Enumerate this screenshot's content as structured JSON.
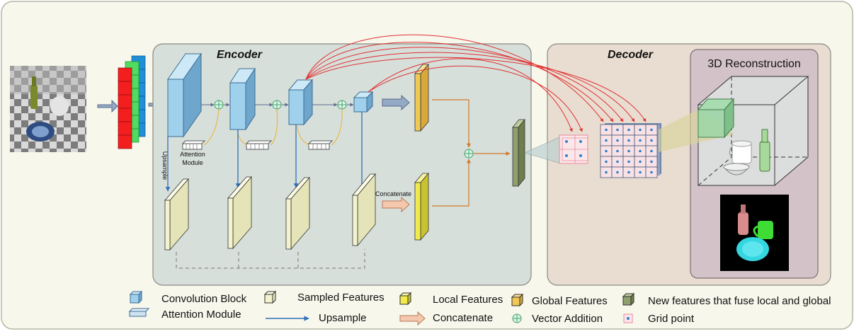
{
  "encoder": {
    "title": "Encoder"
  },
  "decoder": {
    "title": "Decoder"
  },
  "reconstruction": {
    "title": "3D Reconstruction"
  },
  "annotations": {
    "attention_module": [
      "Attention",
      "Module"
    ],
    "upsample_vertical": "Upsample",
    "concatenate": "Concatenate"
  },
  "legend": {
    "convolution_block": "Convolution  Block",
    "attention_module": "Attention Module",
    "sampled_features": "Sampled Features",
    "upsample": "Upsample",
    "local_features": "Local Features",
    "concatenate": "Concatenate",
    "global_features": "Global Features",
    "vector_addition": "Vector Addition",
    "new_features": "New features that fuse local and global",
    "grid_point": "Grid point"
  },
  "colors": {
    "background": "#f7f7ec",
    "encoder_panel": "#d7dfdb",
    "decoder_panel": "#e9ddd1",
    "reconstruction_panel": "#d3c3c9",
    "conv_block": "#9fd0ec",
    "sampled_feature": "#f3f3cf",
    "local_feature": "#f0ea4c",
    "global_feature": "#efc855",
    "fused_feature": "#8f9f6d",
    "skip_arrow": "#e03030",
    "upsample_arrow": "#2f6fb8",
    "attention_link": "#e8b94a",
    "fusion_arrow": "#d07a2a"
  },
  "icons": [
    "input-scene-image",
    "conv-block-icon",
    "attention-module-icon",
    "sampled-features-icon",
    "upsample-arrow-icon",
    "local-features-icon",
    "concatenate-arrow-icon",
    "global-features-icon",
    "vector-addition-icon",
    "fused-features-icon",
    "grid-point-icon",
    "reconstruction-output-image"
  ]
}
